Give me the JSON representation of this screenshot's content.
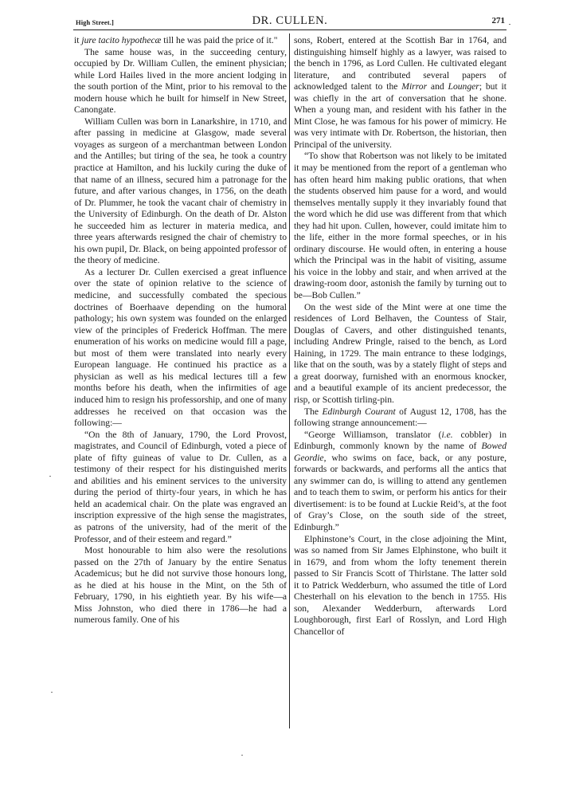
{
  "header": {
    "left": "High Street.]",
    "title": "DR. CULLEN.",
    "page_number": "271"
  },
  "columns": {
    "left": {
      "paragraphs": [
        {
          "segments": [
            {
              "text": "it "
            },
            {
              "text": "jure tacito hypothecæ",
              "italic": true
            },
            {
              "text": " till he was paid the price of it.\""
            }
          ],
          "continuation": true
        },
        {
          "segments": [
            {
              "text": "The same house was, in the succeeding century, occupied by Dr. William Cullen, the eminent physician; while Lord Hailes lived in the more ancient lodging in the south portion of the Mint, prior to his removal to the modern house which he built for himself in New Street, Canongate."
            }
          ]
        },
        {
          "segments": [
            {
              "text": "William Cullen was born in Lanarkshire, in 1710, and after passing in medicine at Glasgow, made several voyages as surgeon of a merchantman between London and the Antilles; but tiring of the sea, he took a country practice at Hamilton, and his luckily curing the duke of that name of an illness, secured him a patronage for the future, and after various changes, in 1756, on the death of Dr. Plummer, he took the vacant chair of chemistry in the University of Edinburgh. On the death of Dr. Alston he succeeded him as lecturer in materia medica, and three years afterwards re­signed the chair of chemistry to his own pupil, Dr. Black, on being appointed professor of the theory of medicine."
            }
          ]
        },
        {
          "segments": [
            {
              "text": "As a lecturer Dr. Cullen exercised a great influence over the state of opinion relative to the science of medicine, and successfully combated the spe­cious doctrines of Boerhaave depending on the humoral pathology; his own system was founded on the enlarged view of the principles of Frederick Hoffman. The mere enumeration of his works on medicine would fill a page, but most of them were translated into nearly every European language. He continued his practice as a physician as well as his medical lectures till a few months before his death, when the infirmities of age induced him to resign his professorship, and one of many addresses he received on that occasion was the following:—"
            }
          ]
        },
        {
          "segments": [
            {
              "text": "“On the 8th of January, 1790, the Lord Provost, magistrates, and Council of Edinburgh, voted a piece of plate of fifty guineas of value to Dr. Cullen, as a testimony of their respect for his distinguished merits and abilities and his eminent services to the university during the period of thirty-four years, in which he has held an academical chair. On the plate was engraved an inscription expressive of the high sense the magistrates, as patrons of the uni­versity, had of the merit of the Professor, and of their esteem and regard.”"
            }
          ]
        },
        {
          "segments": [
            {
              "text": "Most honourable to him also were the resolutions passed on the 27th of January by the entire Senatus Academicus; but he did not survive those honours long, as he died at his house in the Mint, on the 5th of February, 1790, in his eightieth year. By his wife—a Miss Johnston, who died there in 1786—he had a numerous family. One of his"
            }
          ]
        }
      ]
    },
    "right": {
      "paragraphs": [
        {
          "segments": [
            {
              "text": "sons, Robert, entered at the Scottish Bar in 1764, and distinguishing himself highly as a lawyer, was raised to the bench in 1796, as Lord Cullen. He cultivated elegant literature, and contributed several papers of acknowledged talent to the "
            },
            {
              "text": "Mirror",
              "italic": true
            },
            {
              "text": " and "
            },
            {
              "text": "Lounger",
              "italic": true
            },
            {
              "text": "; but it was chiefly in the art of conversa­tion that he shone. When a young man, and resident with his father in the Mint Close, he was famous for his power of mimicry. He was very intimate with Dr. Robertson, the historian, then Principal of the university."
            }
          ],
          "continuation": true
        },
        {
          "segments": [
            {
              "text": "“To show that Robertson was not likely to be imitated it may be mentioned from the report of a gentleman who has often heard him making public orations, that when the students observed him pause for a word, and would themselves mentally supply it they invariably found that the word which he did use was different from that which they had hit upon. Cullen, however, could imitate him to the life, either in the more formal speeches, or in his ordinary dis­course. He would often, in entering a house which the Principal was in the habit of visiting, assume his voice in the lobby and stair, and when arrived at the drawing-room door, astonish the family by turning out to be—Bob Cullen.”"
            }
          ]
        },
        {
          "segments": [
            {
              "text": "On the west side of the Mint were at one time the residences of Lord Belhaven, the Countess of Stair, Douglas of Cavers, and other distinguished tenants, including Andrew Pringle, raised to the bench, as Lord Haining, in 1729. The main entrance to these lodgings, like that on the south, was by a stately flight of steps and a great doorway, furnished with an enormous knocker, and a beautiful example of its ancient predecessor, the risp, or Scottish tirling-pin."
            }
          ]
        },
        {
          "segments": [
            {
              "text": "The "
            },
            {
              "text": "Edinburgh Courant",
              "italic": true
            },
            {
              "text": " of August 12, 1708, has the following strange announcement:—"
            }
          ]
        },
        {
          "segments": [
            {
              "text": "“George Williamson, translator ("
            },
            {
              "text": "i.e.",
              "italic": true
            },
            {
              "text": " cobbler) in Edinburgh, commonly known by the name of "
            },
            {
              "text": "Bowed Geordie",
              "italic": true
            },
            {
              "text": ", who swims on face, back, or any posture, forwards or backwards, and performs all the antics that any swimmer can do, is willing to attend any gentlemen and to teach them to swim, or perform his antics for their divertisement: is to be found at Luckie Reid’s, at the foot of Gray’s Close, on the south side of the street, Edinburgh.”"
            }
          ]
        },
        {
          "segments": [
            {
              "text": "Elphinstone’s Court, in the close adjoining the Mint, was so named from Sir James Elphinstone, who built it in 1679, and from whom the lofty tenement therein passed to Sir Francis Scott of Thirlstane. The latter sold it to Patrick Wedderburn, who assumed the title of Lord Chesterhall on his eleva­tion to the bench in 1755. His son, Alexander Wedderburn, afterwards Lord Loughborough, first Earl of Rosslyn, and Lord High Chancellor of"
            }
          ]
        }
      ]
    }
  }
}
